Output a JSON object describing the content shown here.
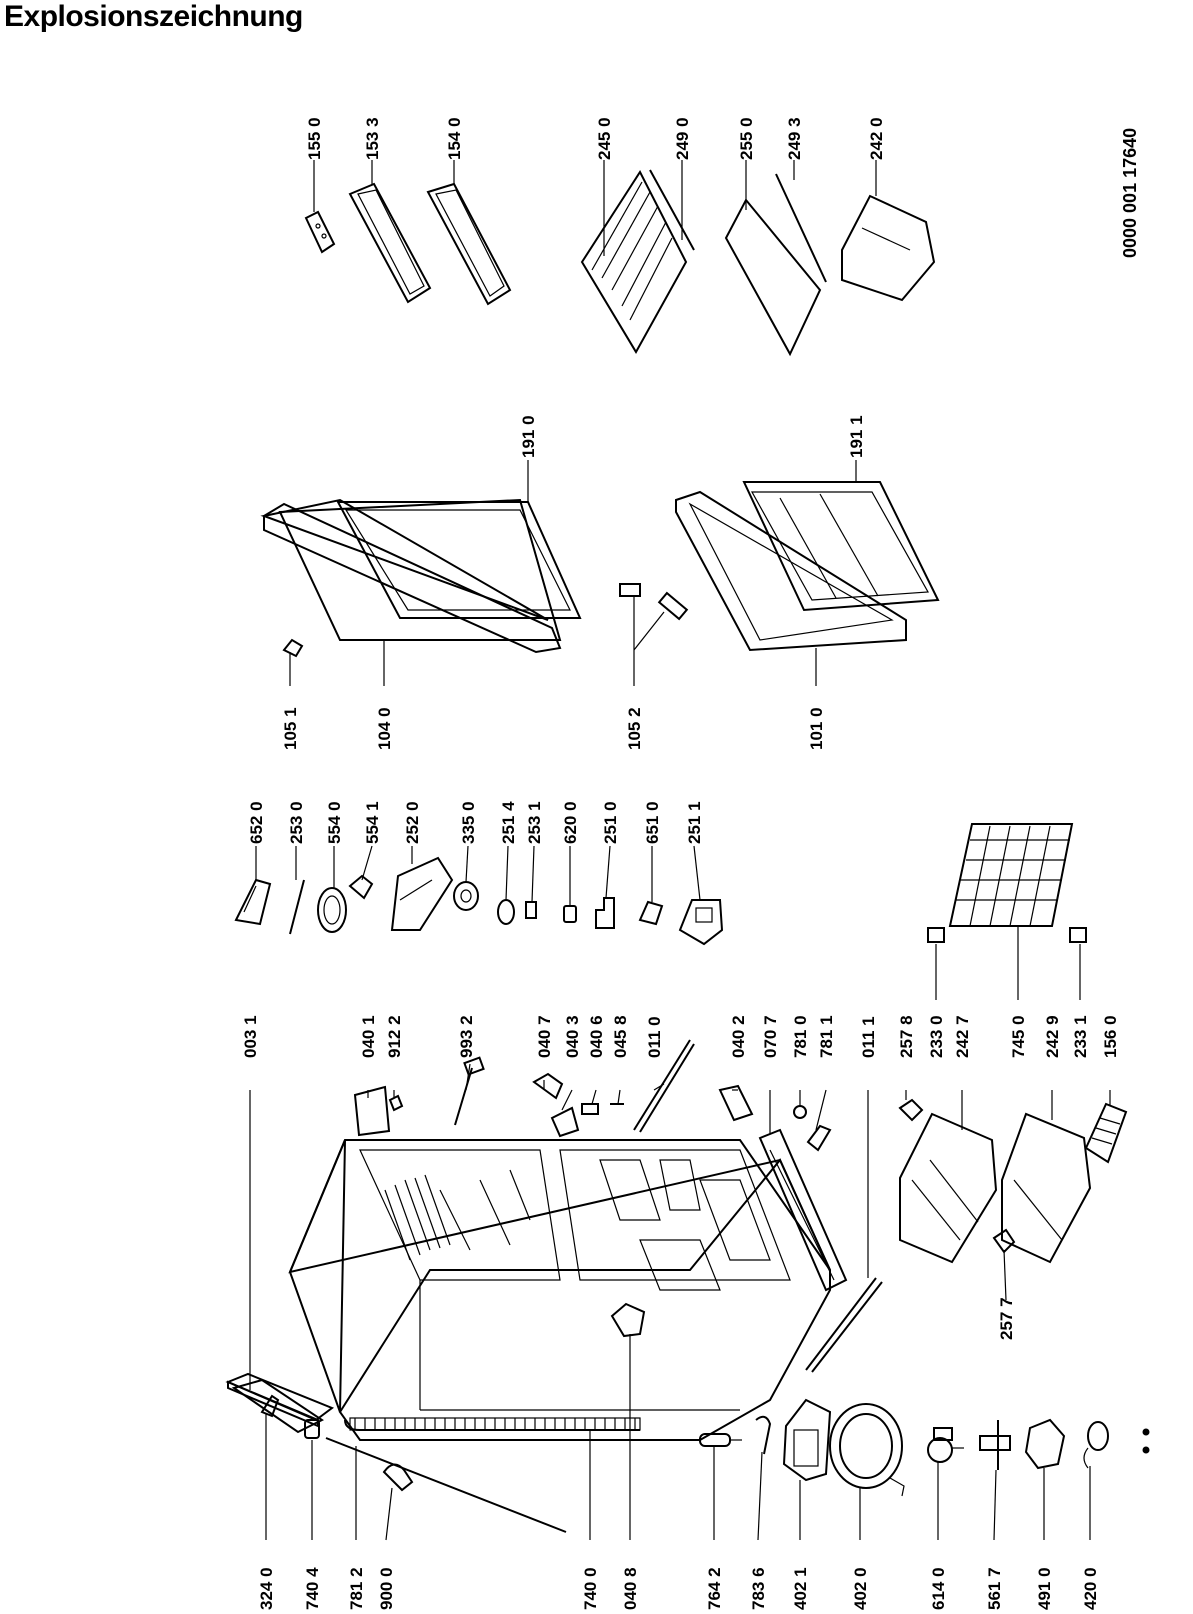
{
  "title": "Explosionszeichnung",
  "document_number": "0000 001 17640",
  "labels": {
    "p0031": "003 1",
    "p3240": "324 0",
    "p7404": "740 4",
    "p7812": "781 2",
    "p9000": "900 0",
    "p7400": "740 0",
    "p0408": "040 8",
    "p7642": "764 2",
    "p7836": "783 6",
    "p4021": "402 1",
    "p4020": "402 0",
    "p6140": "614 0",
    "p5617": "561 7",
    "p4910": "491 0",
    "p4200": "420 0",
    "p0401": "040 1",
    "p9122": "912 2",
    "p9932": "993 2",
    "p0407": "040 7",
    "p0403": "040 3",
    "p0406": "040 6",
    "p0458": "045 8",
    "p0110": "011 0",
    "p0402": "040 2",
    "p0707": "070 7",
    "p7810": "781 0",
    "p7811": "781 1",
    "p0111": "011 1",
    "p2578": "257 8",
    "p2330": "233 0",
    "p2427": "242 7",
    "p7450": "745 0",
    "p2429": "242 9",
    "p2331": "233 1",
    "p1560": "156 0",
    "p2577": "257 7",
    "p6520": "652 0",
    "p2530": "253 0",
    "p5540": "554 0",
    "p5541": "554 1",
    "p2520": "252 0",
    "p3350": "335 0",
    "p2514": "251 4",
    "p2531": "253 1",
    "p6200": "620 0",
    "p2510": "251 0",
    "p6510": "651 0",
    "p2511": "251 1",
    "p1051": "105 1",
    "p1040": "104 0",
    "p1910": "191 0",
    "p1052": "105 2",
    "p1010": "101 0",
    "p1911": "191 1",
    "p1550": "155 0",
    "p1533": "153 3",
    "p1540": "154 0",
    "p2450": "245 0",
    "p2490": "249 0",
    "p2550": "255 0",
    "p2493": "249 3",
    "p2420": "242 0"
  }
}
